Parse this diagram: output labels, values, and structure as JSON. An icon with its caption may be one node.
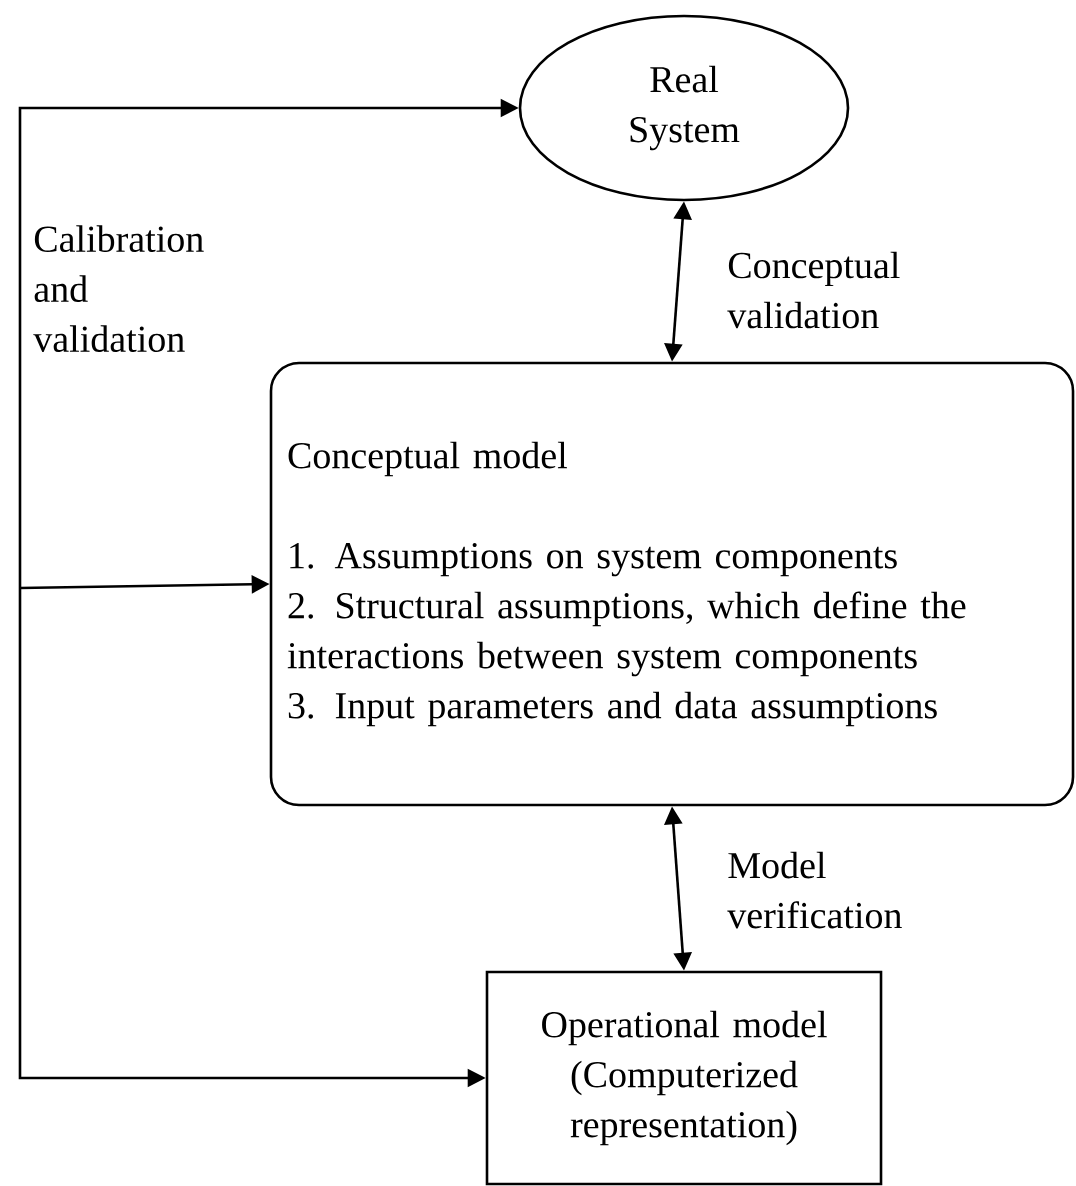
{
  "diagram": {
    "nodes": [
      {
        "text": [
          "Real System"
        ]
      },
      {
        "text": [
          "Conceptual model",
          "1. Assumptions on system components",
          "2. Structural assumptions, which define the interactions between system components",
          "3. Input parameters and data assumptions"
        ]
      },
      {
        "text": [
          "Operational model (Computerized representation)"
        ]
      }
    ],
    "edges": [
      {
        "from": null,
        "to": 0,
        "arrow": "to"
      },
      {
        "from": null,
        "to": 1,
        "arrow": "to"
      },
      {
        "from": null,
        "to": 2,
        "arrow": "to"
      },
      {
        "from": 0,
        "to": 1,
        "arrow": "both",
        "label": "Conceptual validation"
      },
      {
        "from": 2,
        "to": 1,
        "arrow": "both",
        "label": "Model verification"
      }
    ],
    "labels": [
      "Calibration and validation"
    ]
  }
}
